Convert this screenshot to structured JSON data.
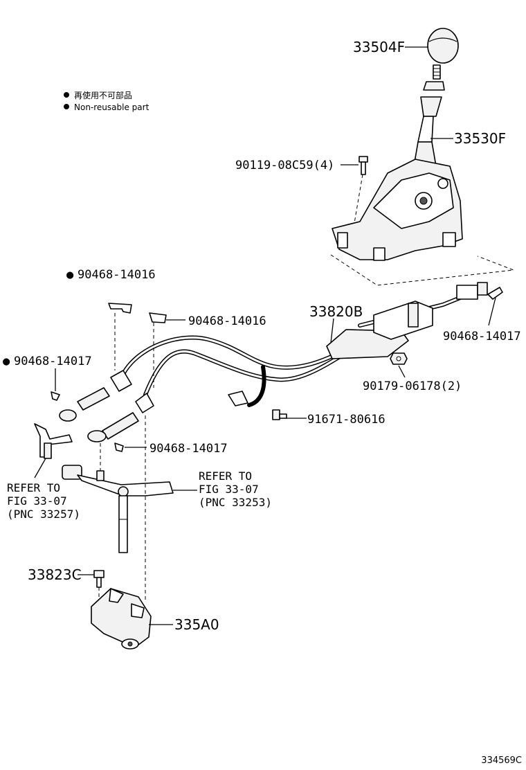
{
  "legend": {
    "bullet": "●",
    "japanese": "再使用不可部品",
    "english": "Non-reusable part"
  },
  "labels": {
    "knob": "33504F",
    "lever": "33530F",
    "bolt_4": "90119-08C59(4)",
    "clip_top_left": "90468-14016",
    "clip_top_mid": "90468-14016",
    "cable_assy": "33820B",
    "clip_right": "90468-14017",
    "nut_2": "90179-06178(2)",
    "clip_left": "90468-14017",
    "bolt_mid": "91671-80616",
    "clip_lower": "90468-14017",
    "bolt_lower": "33823C",
    "bracket": "335A0"
  },
  "marks": {
    "clip_top_left": "●",
    "clip_left": "●"
  },
  "refs": {
    "left": {
      "line1": "REFER TO",
      "line2": "FIG 33-07",
      "line3": "(PNC 33257)"
    },
    "right": {
      "line1": "REFER TO",
      "line2": "FIG 33-07",
      "line3": "(PNC 33253)"
    }
  },
  "figure_id": "334569C"
}
